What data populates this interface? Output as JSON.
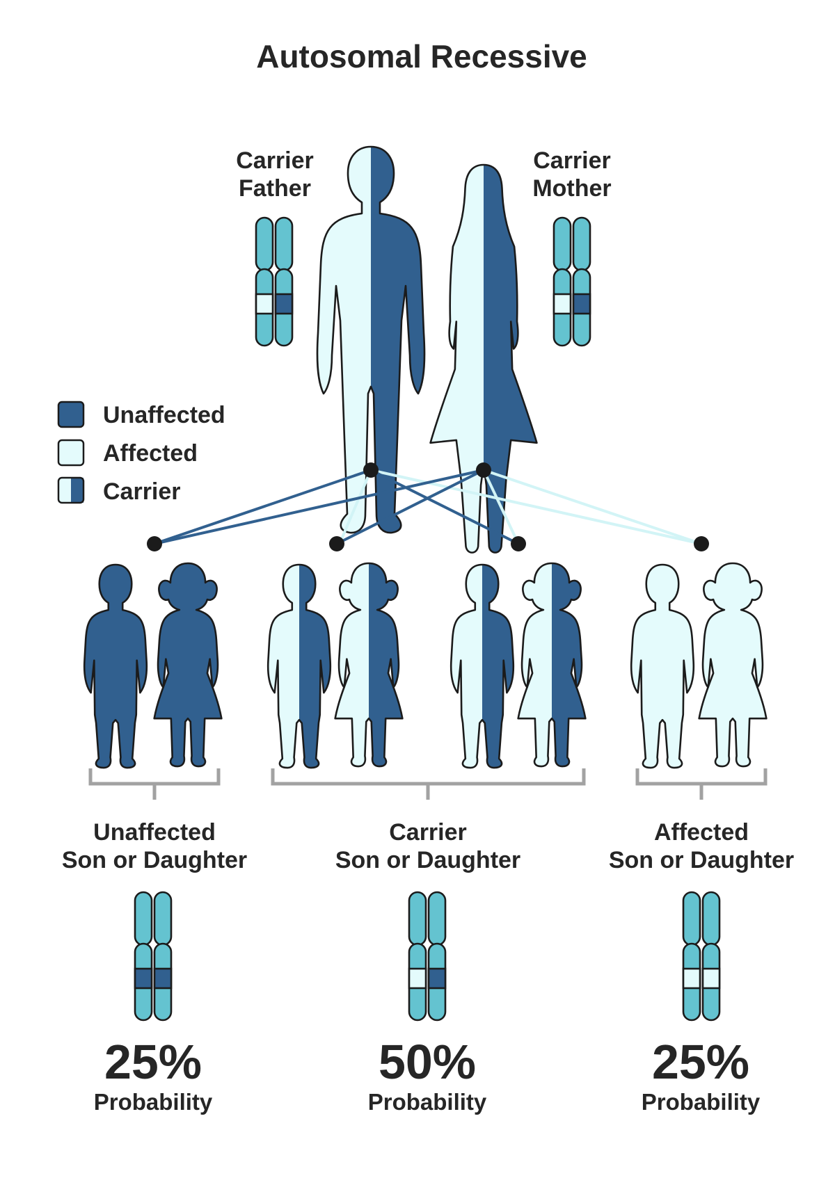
{
  "title": "Autosomal Recessive",
  "colors": {
    "unaffected": "#31608f",
    "affected": "#e4fbfc",
    "chromosome": "#64c3d0",
    "outline": "#1b1b1b",
    "bracket": "#a2a2a2",
    "line_unaffected": "#31608f",
    "line_affected": "#d2f4f6"
  },
  "parents": [
    {
      "label_line1": "Carrier",
      "label_line2": "Father",
      "status": "carrier",
      "alleles": [
        "affected",
        "unaffected"
      ]
    },
    {
      "label_line1": "Carrier",
      "label_line2": "Mother",
      "status": "carrier",
      "alleles": [
        "affected",
        "unaffected"
      ]
    }
  ],
  "legend": [
    {
      "label": "Unaffected",
      "swatch": "unaffected"
    },
    {
      "label": "Affected",
      "swatch": "affected"
    },
    {
      "label": "Carrier",
      "swatch": "carrier"
    }
  ],
  "outcomes": [
    {
      "label_line1": "Unaffected",
      "label_line2": "Son or Daughter",
      "probability": "25%",
      "probability_label": "Probability",
      "alleles": [
        "unaffected",
        "unaffected"
      ]
    },
    {
      "label_line1": "Carrier",
      "label_line2": "Son or Daughter",
      "probability": "50%",
      "probability_label": "Probability",
      "alleles": [
        "affected",
        "unaffected"
      ]
    },
    {
      "label_line1": "Affected",
      "label_line2": "Son or Daughter",
      "probability": "25%",
      "probability_label": "Probability",
      "alleles": [
        "affected",
        "affected"
      ]
    }
  ],
  "children": [
    {
      "sex": "boy",
      "status": "unaffected"
    },
    {
      "sex": "girl",
      "status": "unaffected"
    },
    {
      "sex": "boy",
      "status": "carrier"
    },
    {
      "sex": "girl",
      "status": "carrier"
    },
    {
      "sex": "boy",
      "status": "carrier"
    },
    {
      "sex": "girl",
      "status": "carrier"
    },
    {
      "sex": "boy",
      "status": "affected"
    },
    {
      "sex": "girl",
      "status": "affected"
    }
  ]
}
